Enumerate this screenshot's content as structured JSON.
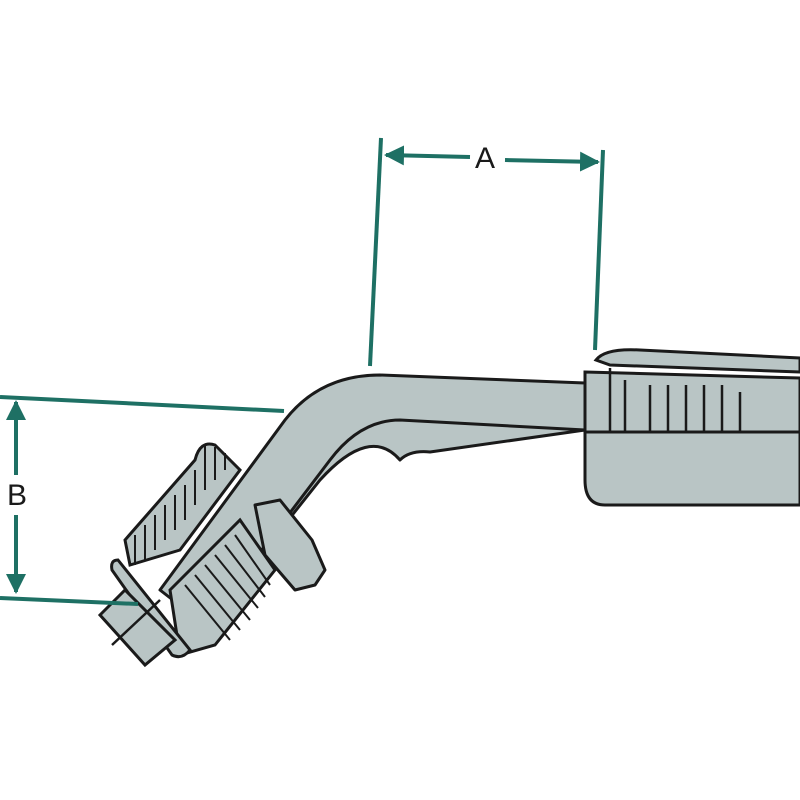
{
  "dimensions": {
    "a_label": "A",
    "b_label": "B"
  },
  "colors": {
    "dimension_line": "#1e7064",
    "metal": "#b9c5c5",
    "outline": "#1a1a1a"
  },
  "icons": [
    "hose-fitting-45-degree-drawing"
  ]
}
